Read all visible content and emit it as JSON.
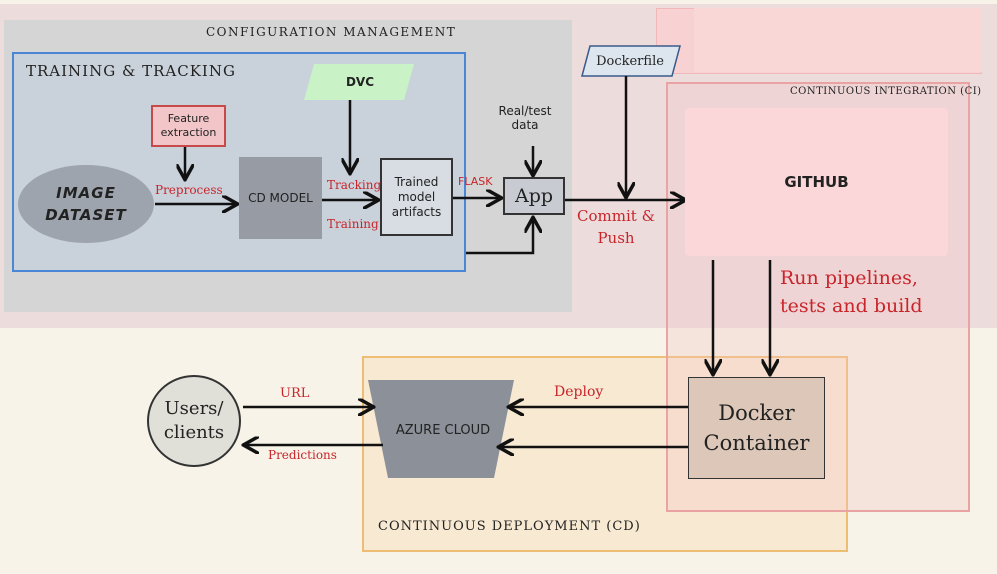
{
  "regions": {
    "config": "Configuration management",
    "training": "Training & Tracking",
    "ci": "Continuous Integration (CI)",
    "cd": "Continuous deployment (CD)"
  },
  "nodes": {
    "image_dataset": "IMAGE DATASET",
    "cd_model": "CD MODEL",
    "feature_extraction": "Feature extraction",
    "dvc": "DVC",
    "trained_artifacts": "Trained model artifacts",
    "real_test_data": "Real/test data",
    "app": "App",
    "dockerfile": "Dockerfile",
    "github": "GITHUB",
    "docker_container": "Docker Container",
    "azure_cloud": "AZURE CLOUD",
    "users_clients": "Users/ clients"
  },
  "edges": {
    "preprocess": "Preprocess",
    "tracking": "Tracking",
    "training": "Training",
    "flask": "FLASK",
    "commit_push": "Commit & Push",
    "run_pipelines": "Run pipelines, tests and build",
    "url": "URL",
    "predictions": "Predictions",
    "deploy": "Deploy"
  },
  "colors": {
    "label_red": "#c8252b",
    "training_border": "#4a86d6",
    "ci_border": "#e9a3a3",
    "cd_border": "#eebd74",
    "dvc_fill": "#c9f2c6"
  }
}
